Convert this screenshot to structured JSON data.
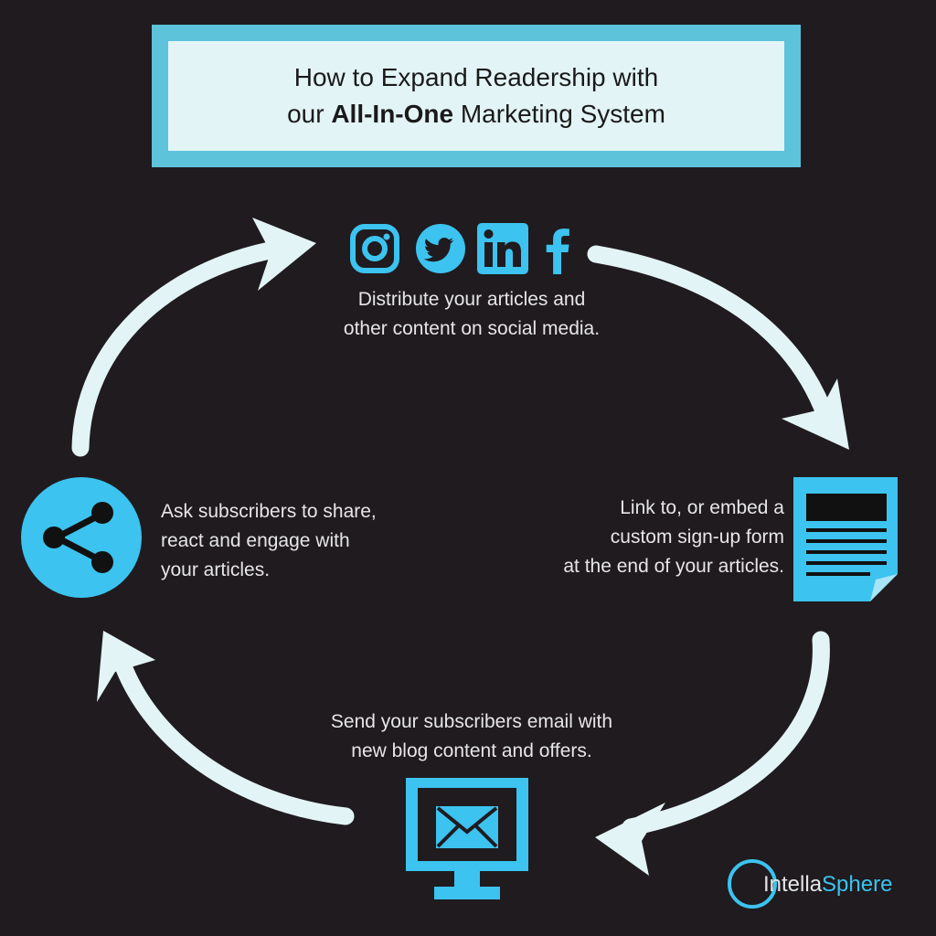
{
  "title": {
    "line1": "How to Expand Readership with",
    "line2_prefix": "our ",
    "line2_bold": "All-In-One",
    "line2_suffix": " Marketing System"
  },
  "steps": {
    "social": {
      "line1": "Distribute your articles and",
      "line2": "other content on social media."
    },
    "signup": {
      "line1": "Link to, or embed a",
      "line2": "custom sign-up form",
      "line3": "at the end of your articles."
    },
    "email": {
      "line1": "Send your subscribers email with",
      "line2": "new blog content and offers."
    },
    "share": {
      "line1": "Ask subscribers to share,",
      "line2": "react and engage with",
      "line3": "your articles."
    }
  },
  "icons": {
    "social": [
      "instagram-icon",
      "twitter-icon",
      "linkedin-icon",
      "facebook-icon"
    ],
    "signup": "document-icon",
    "email": "monitor-envelope-icon",
    "share": "share-icon"
  },
  "logo": {
    "part1": "Intella",
    "part2": "Sphere"
  },
  "colors": {
    "background": "#1f1b1f",
    "accent": "#3cc3ef",
    "arrow": "#e3f4f6",
    "title_border": "#5dc3db"
  }
}
